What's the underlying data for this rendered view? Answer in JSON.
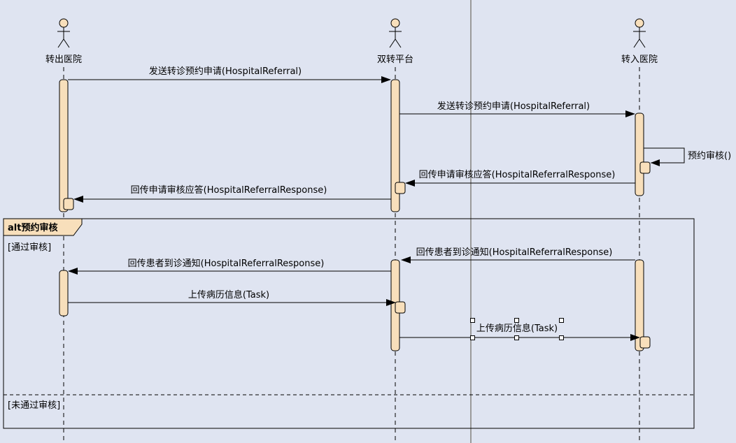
{
  "actors": [
    {
      "id": "a",
      "name": "转出医院"
    },
    {
      "id": "b",
      "name": "双转平台"
    },
    {
      "id": "c",
      "name": "转入医院"
    }
  ],
  "messages": [
    {
      "label": "发送转诊预约申请(HospitalReferral)",
      "from": "a",
      "to": "b"
    },
    {
      "label": "发送转诊预约申请(HospitalReferral)",
      "from": "b",
      "to": "c"
    },
    {
      "label": "预约审核()",
      "from": "c",
      "to": "c"
    },
    {
      "label": "回传申请审核应答(HospitalReferralResponse)",
      "from": "c",
      "to": "b"
    },
    {
      "label": "回传申请审核应答(HospitalReferralResponse)",
      "from": "b",
      "to": "a"
    },
    {
      "label": "回传患者到诊通知(HospitalReferralResponse)",
      "from": "c",
      "to": "b"
    },
    {
      "label": "回传患者到诊通知(HospitalReferralResponse)",
      "from": "b",
      "to": "a"
    },
    {
      "label": "上传病历信息(Task)",
      "from": "a",
      "to": "b"
    },
    {
      "label": "上传病历信息(Task)",
      "from": "b",
      "to": "c"
    }
  ],
  "fragment": {
    "title": "alt预约审核",
    "guards": [
      "[通过审核]",
      "[未通过审核]"
    ]
  },
  "colors": {
    "background": "#dfe4f1",
    "activation_fill": "#f8dfbb",
    "line": "#000000",
    "divider": "#9a9a9a"
  }
}
